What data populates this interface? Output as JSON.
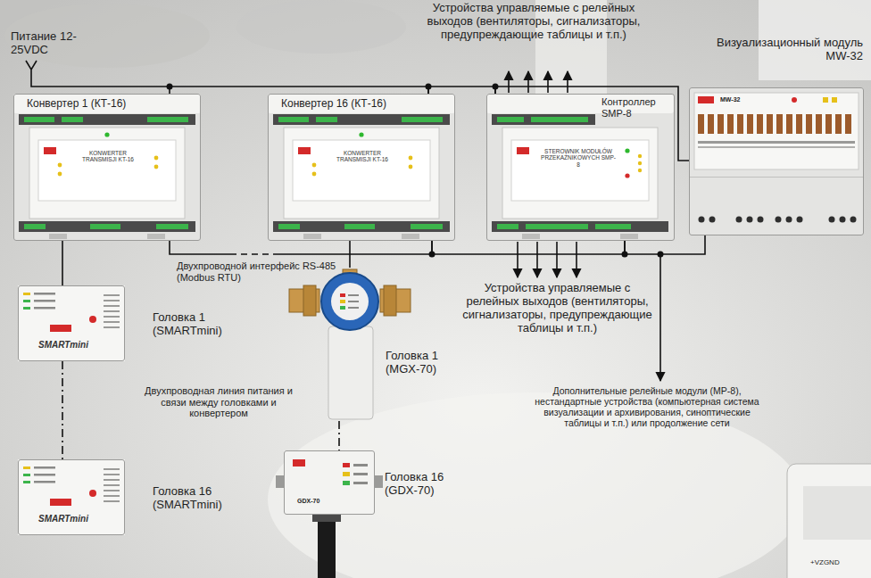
{
  "diagram": {
    "nodes": [
      {
        "text": [
          "Конвертер 1 (КТ-16)",
          "KONWERTER TRANSMISJI KT-16"
        ]
      },
      {
        "text": [
          "Конвертер 16 (КТ-16)",
          "KONWERTER TRANSMISJI KT-16"
        ]
      },
      {
        "text": [
          "Контроллер SMP-8",
          "STEROWNIK MODUŁÓW PRZEKAŹNIKOWYCH SMP-8"
        ]
      },
      {
        "text": [
          "Визуализационный модуль MW-32",
          "MW-32"
        ]
      },
      {
        "text": [
          "Головка 1 (SMARTmini)",
          "SMARTmini"
        ]
      },
      {
        "text": [
          "Головка 1 (MGX-70)"
        ]
      },
      {
        "text": [
          "Головка 16 (SMARTmini)",
          "SMARTmini"
        ]
      },
      {
        "text": [
          "Головка 16 (GDX-70)",
          "GDX-70"
        ]
      }
    ],
    "edges": [
      {
        "from": 0,
        "to": 1,
        "arrow": "none"
      },
      {
        "from": 1,
        "to": 2,
        "arrow": "none"
      },
      {
        "from": 2,
        "to": 3,
        "arrow": "none"
      },
      {
        "from": 0,
        "to": 4,
        "arrow": "none"
      },
      {
        "from": 4,
        "to": 6,
        "arrow": "none"
      },
      {
        "from": 1,
        "to": 5,
        "arrow": "none"
      },
      {
        "from": 5,
        "to": 7,
        "arrow": "none"
      },
      {
        "from": 0,
        "to": 1,
        "arrow": "none"
      },
      {
        "from": 1,
        "to": 2,
        "arrow": "none"
      },
      {
        "from": 2,
        "to": 3,
        "arrow": "none"
      }
    ],
    "labels": [
      "Питание 12-25VDC",
      "Устройства управляемые с релейных выходов (вентиляторы, сигнализаторы, предупреждающие таблицы и т.п.)",
      "Двухпроводной интерфейс RS-485 (Modbus RTU)",
      "Устройства управляемые с релейных выходов (вентиляторы, сигнализаторы, предупреждающие таблицы и т.п.)",
      "Двухпроводная линия питания и связи между головками и конвертером",
      "Дополнительные релейные модули (МР-8), нестандартные устройства (компьютерная система визуализации и архивирования, синоптические таблицы и т.п.) или продолжение сети",
      "+VZGND"
    ]
  }
}
